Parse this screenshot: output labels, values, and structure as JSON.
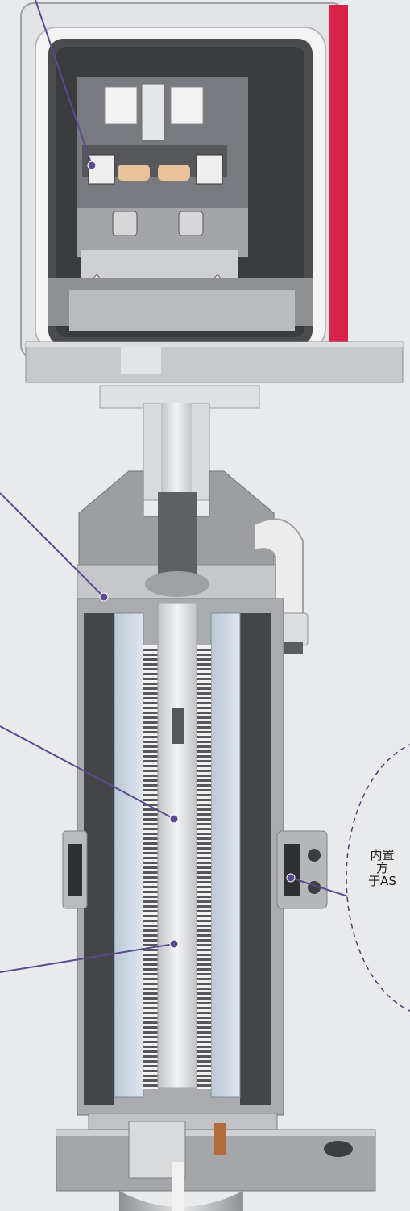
{
  "callout": {
    "lines": [
      "内置",
      "方",
      "于AS"
    ]
  },
  "colors": {
    "background": "#e9eaec",
    "leader_line": "#5b4a8f",
    "accent_red": "#d9224a",
    "housing_light": "#d4d5d8",
    "housing_mid": "#a9abaf",
    "housing_dark": "#58595c"
  }
}
